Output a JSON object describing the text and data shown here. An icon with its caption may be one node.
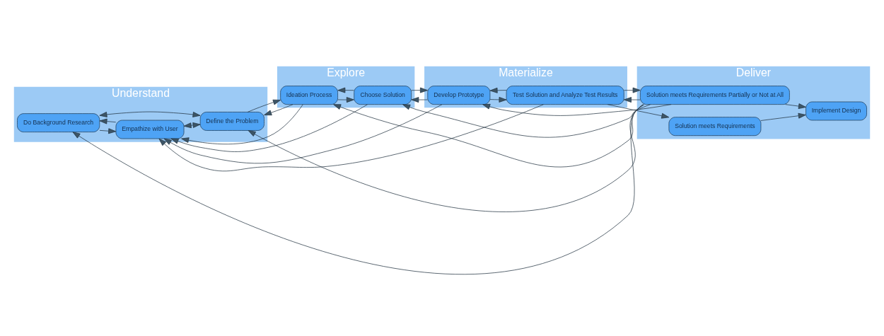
{
  "diagram": {
    "nodes": [
      {
        "text": [
          "Understand"
        ]
      },
      {
        "text": [
          "Do Background Research"
        ],
        "in": 0
      },
      {
        "text": [
          "Empathize with User"
        ],
        "in": 0
      },
      {
        "text": [
          "Define the Problem"
        ],
        "in": 0
      },
      {
        "text": [
          "Explore"
        ]
      },
      {
        "text": [
          "Ideation Process"
        ],
        "in": 4
      },
      {
        "text": [
          "Choose Solution"
        ],
        "in": 4
      },
      {
        "text": [
          "Materialize"
        ]
      },
      {
        "text": [
          "Develop Prototype"
        ],
        "in": 7
      },
      {
        "text": [
          "Test Solution and Analyze Test Results"
        ],
        "in": 7
      },
      {
        "text": [
          "Deliver"
        ]
      },
      {
        "text": [
          "Solution meets Requirements Partially or Not at All"
        ],
        "in": 10
      },
      {
        "text": [
          "Solution meets Requirements"
        ],
        "in": 10
      },
      {
        "text": [
          "Implement Design"
        ],
        "in": 10
      }
    ],
    "edges": [
      {
        "from": 11,
        "to": 1,
        "arrow": "to"
      },
      {
        "from": 11,
        "to": 3,
        "arrow": "to"
      },
      {
        "from": 11,
        "to": 5,
        "arrow": "to"
      },
      {
        "from": 11,
        "to": 6,
        "arrow": "to"
      },
      {
        "from": 11,
        "to": 8,
        "arrow": "to"
      },
      {
        "from": 11,
        "to": 9,
        "arrow": "to"
      },
      {
        "from": 1,
        "to": 3,
        "arrow": "both"
      },
      {
        "from": 1,
        "to": 2,
        "arrow": "to"
      },
      {
        "from": 2,
        "to": 1,
        "arrow": "to"
      },
      {
        "from": 2,
        "to": 3,
        "arrow": "both"
      },
      {
        "from": 5,
        "to": 3,
        "arrow": "to"
      },
      {
        "from": 3,
        "to": 5,
        "arrow": "to"
      },
      {
        "from": 6,
        "to": 5,
        "arrow": "to"
      },
      {
        "from": 5,
        "to": 6,
        "arrow": "to"
      },
      {
        "from": 8,
        "to": 6,
        "arrow": "to"
      },
      {
        "from": 6,
        "to": 8,
        "arrow": "to"
      },
      {
        "from": 9,
        "to": 8,
        "arrow": "to"
      },
      {
        "from": 8,
        "to": 9,
        "arrow": "to"
      },
      {
        "from": 9,
        "to": 11,
        "arrow": "to"
      },
      {
        "from": 9,
        "to": 12,
        "arrow": "to"
      },
      {
        "from": 11,
        "to": 13,
        "arrow": "to"
      },
      {
        "from": 12,
        "to": 13,
        "arrow": "to"
      },
      {
        "from": 5,
        "to": 2,
        "arrow": "to"
      },
      {
        "from": 6,
        "to": 2,
        "arrow": "to"
      },
      {
        "from": 8,
        "to": 2,
        "arrow": "to"
      },
      {
        "from": 9,
        "to": 2,
        "arrow": "to"
      }
    ]
  }
}
